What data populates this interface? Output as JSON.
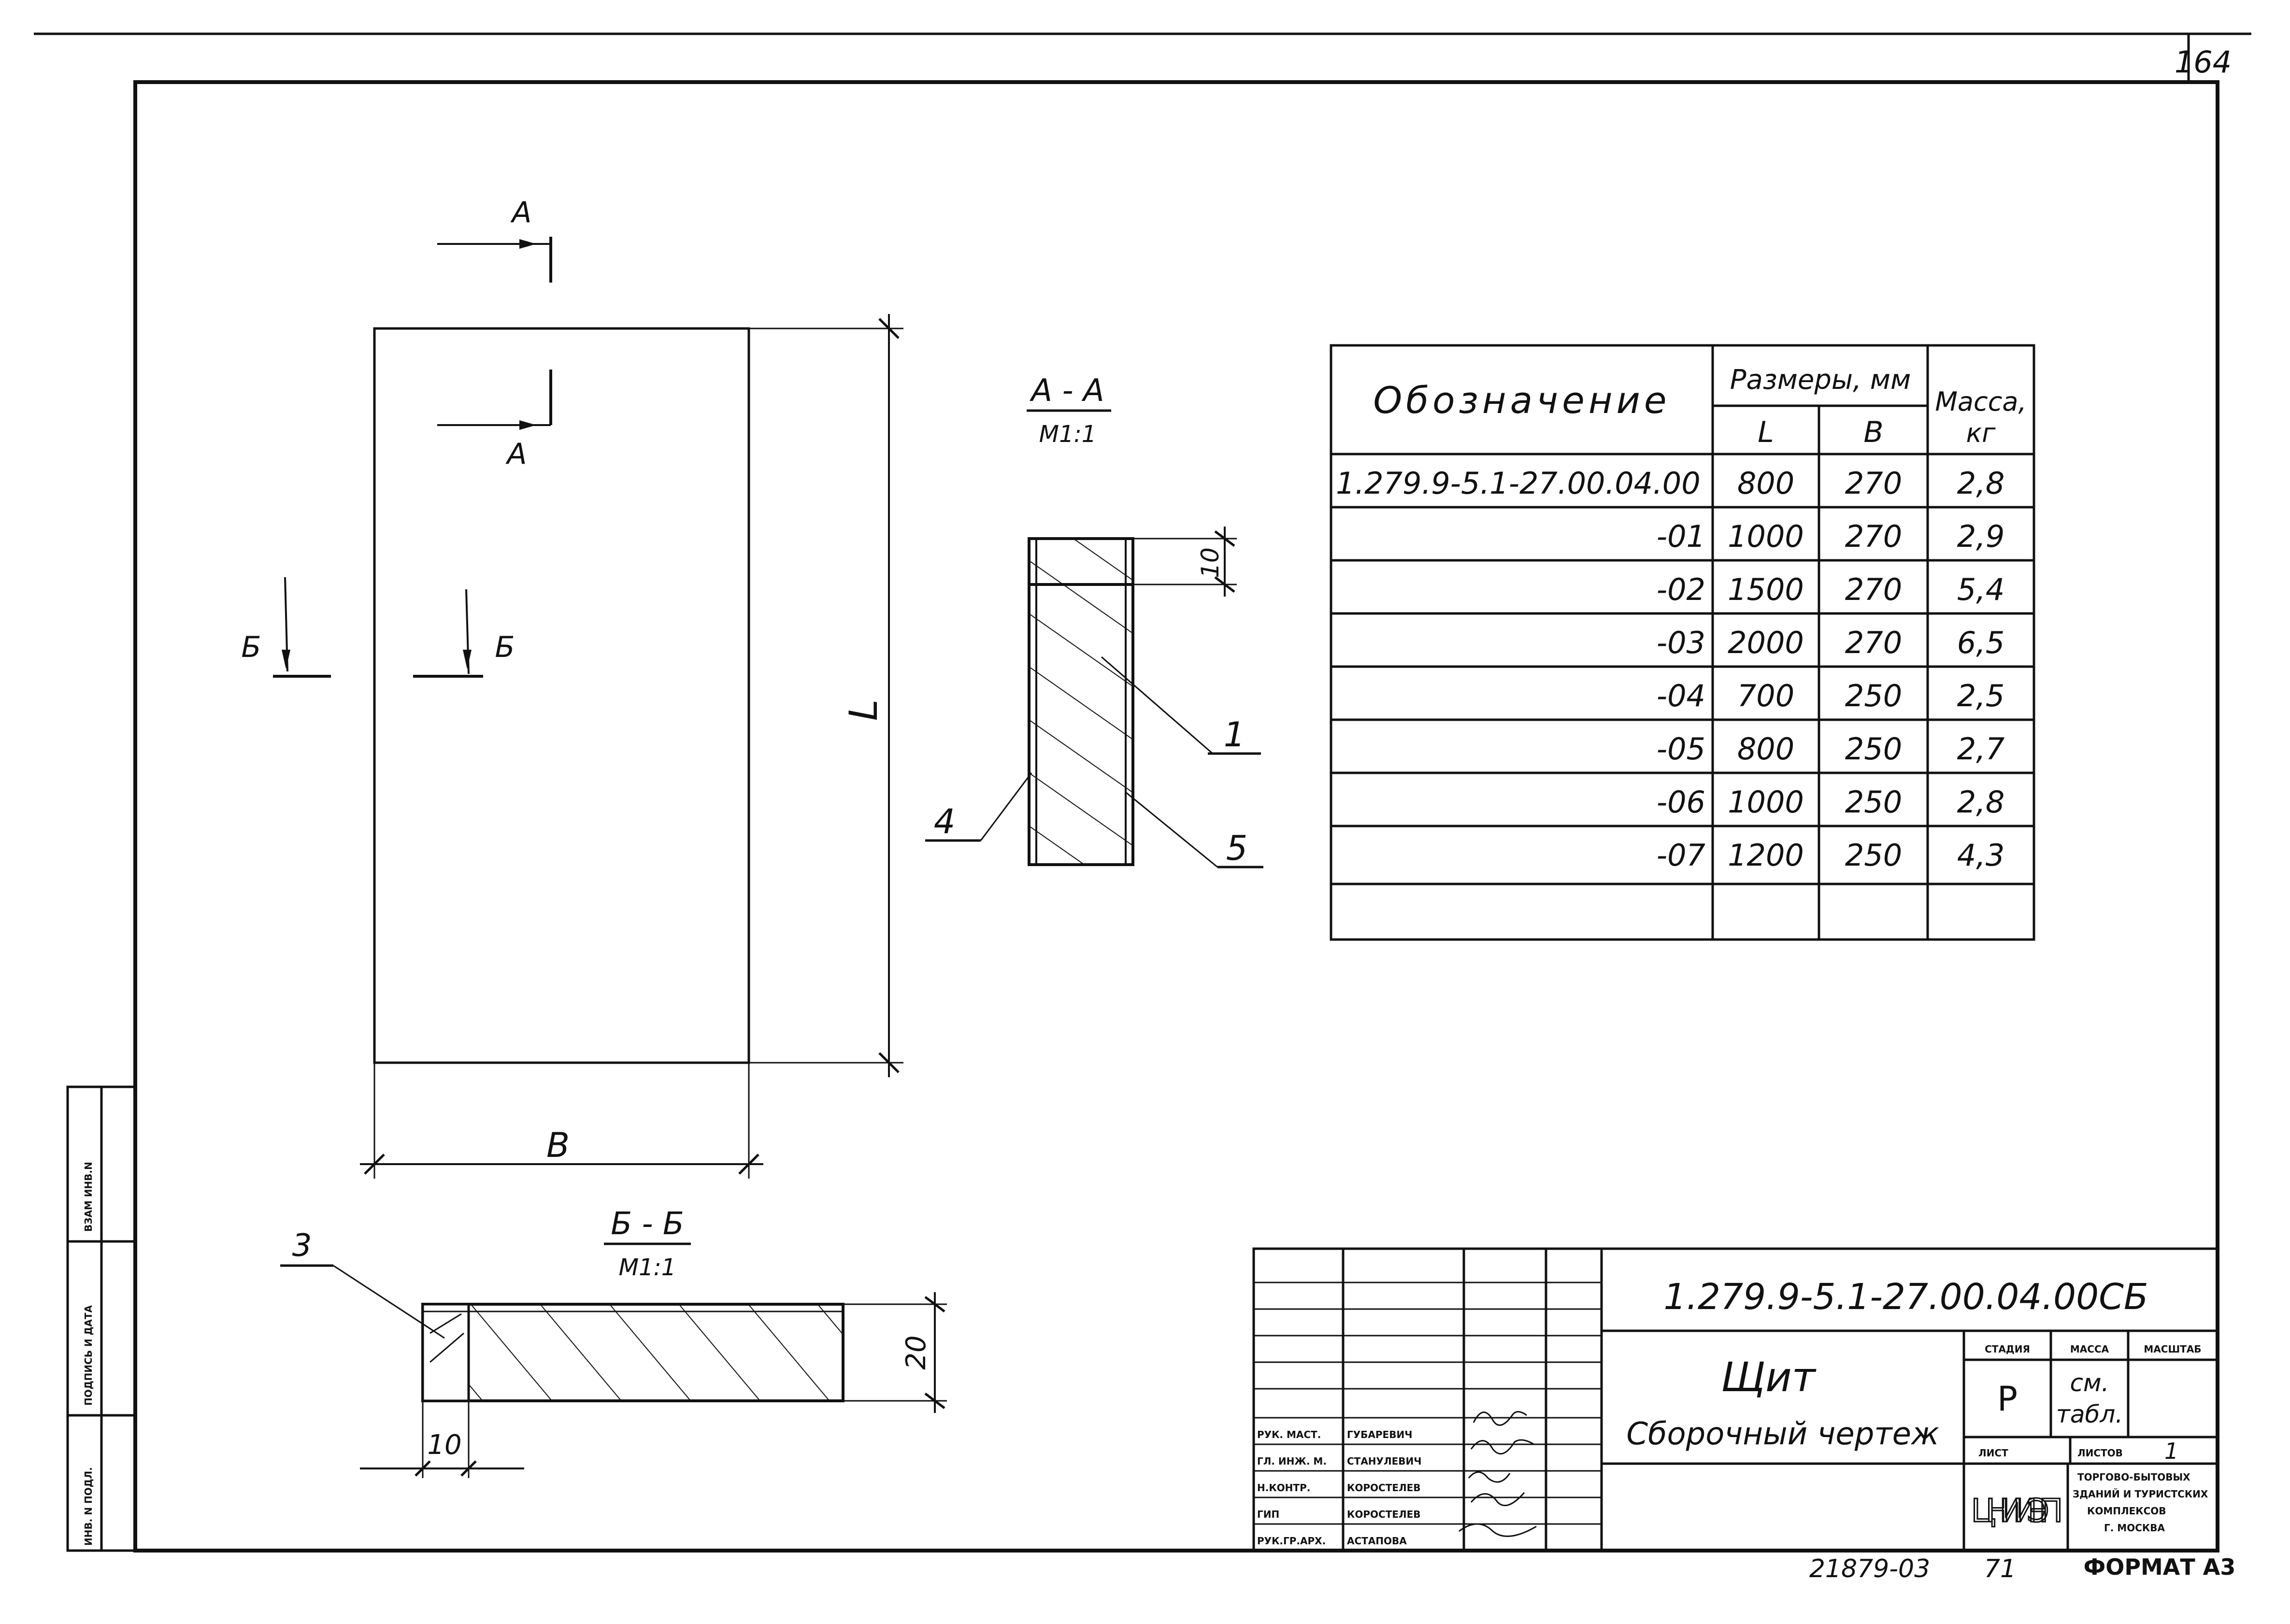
{
  "sheet_number": "164",
  "section_aa": {
    "label": "А - А",
    "scale": "М1:1"
  },
  "section_bb": {
    "label": "Б - Б",
    "scale": "М1:1"
  },
  "cut_marks": {
    "a": "А",
    "b": "Б"
  },
  "dimensions": {
    "l": "L",
    "b": "В",
    "ten_v": "10",
    "ten_h": "10",
    "twenty": "20"
  },
  "callouts": {
    "c1": "1",
    "c3": "3",
    "c4": "4",
    "c5": "5"
  },
  "spec_table": {
    "header": {
      "designation": "Обозначение",
      "sizes": "Размеры, мм",
      "l": "L",
      "b": "В",
      "mass": "Масса,",
      "mass_unit": "кг"
    },
    "rows": [
      {
        "designation": "1.279.9-5.1-27.00.04.00",
        "l": "800",
        "b": "270",
        "mass": "2,8"
      },
      {
        "designation": "-01",
        "l": "1000",
        "b": "270",
        "mass": "2,9"
      },
      {
        "designation": "-02",
        "l": "1500",
        "b": "270",
        "mass": "5,4"
      },
      {
        "designation": "-03",
        "l": "2000",
        "b": "270",
        "mass": "6,5"
      },
      {
        "designation": "-04",
        "l": "700",
        "b": "250",
        "mass": "2,5"
      },
      {
        "designation": "-05",
        "l": "800",
        "b": "250",
        "mass": "2,7"
      },
      {
        "designation": "-06",
        "l": "1000",
        "b": "250",
        "mass": "2,8"
      },
      {
        "designation": "-07",
        "l": "1200",
        "b": "250",
        "mass": "4,3"
      },
      {
        "designation": "",
        "l": "",
        "b": "",
        "mass": ""
      }
    ]
  },
  "title_block": {
    "doc_code": "1.279.9-5.1-27.00.04.00СБ",
    "title": "Щит",
    "subtitle": "Сборочный чертеж",
    "stage_label": "СТАДИЯ",
    "mass_label": "МАССА",
    "scale_label": "МАСШТАБ",
    "stage": "Р",
    "mass_value_1": "см.",
    "mass_value_2": "табл.",
    "sheet_label": "ЛИСТ",
    "sheets_label": "ЛИСТОВ",
    "sheets_value": "1",
    "org_logo": "ЦНИИЭП",
    "org_1": "ТОРГОВО-БЫТОВЫХ",
    "org_2": "ЗДАНИЙ И ТУРИСТСКИХ",
    "org_3": "КОМПЛЕКСОВ",
    "org_4": "Г. МОСКВА",
    "signatures": [
      {
        "role": "РУК. МАСТ.",
        "name": "ГУБАРЕВИЧ"
      },
      {
        "role": "ГЛ. ИНЖ. М.",
        "name": "СТАНУЛЕВИЧ"
      },
      {
        "role": "Н.КОНТР.",
        "name": "КОРОСТЕЛЕВ"
      },
      {
        "role": "ГИП",
        "name": "КОРОСТЕЛЕВ"
      },
      {
        "role": "РУК.ГР.АРХ.",
        "name": "АСТАПОВА"
      }
    ]
  },
  "side_stamp": [
    "ИНВ. N ПОДЛ.",
    "ПОДПИСЬ И ДАТА",
    "ВЗАМ ИНВ.N"
  ],
  "footer": {
    "archive": "21879-03",
    "page": "71",
    "format": "ФОРМАТ А3"
  }
}
